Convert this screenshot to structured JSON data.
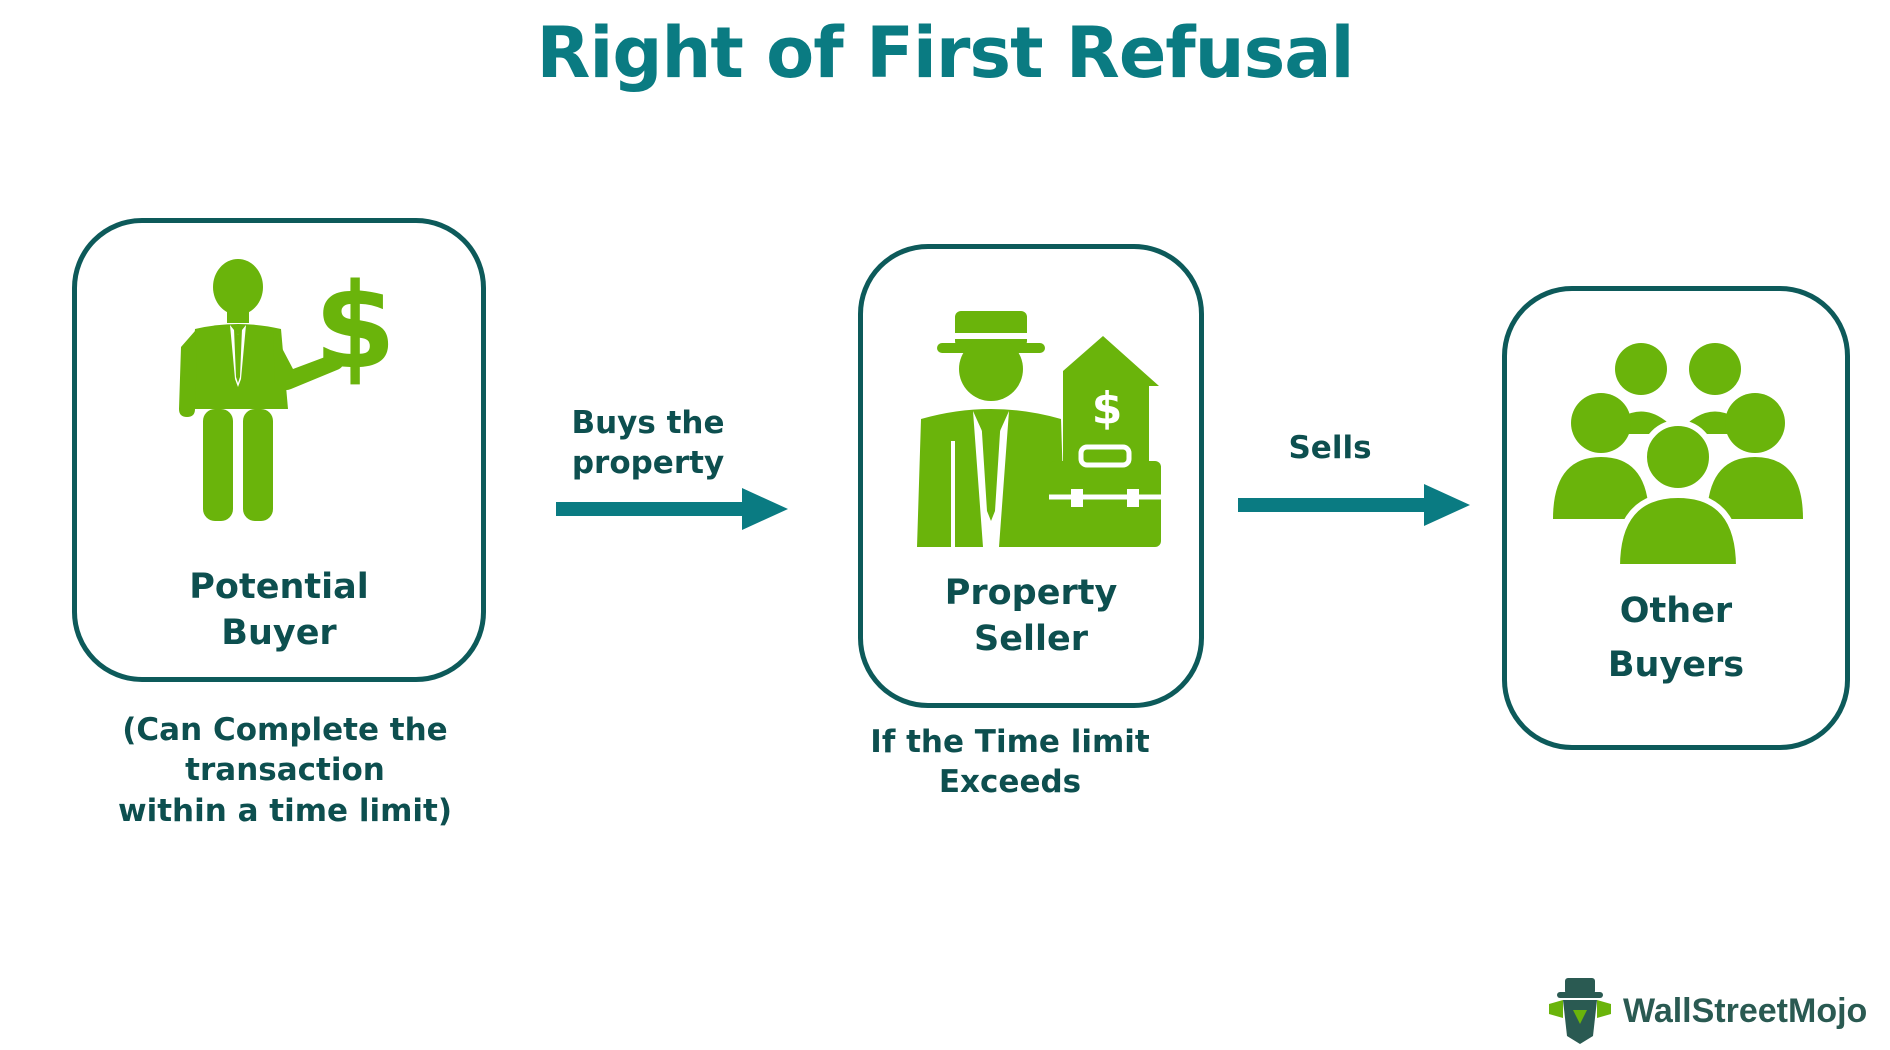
{
  "title": "Right of First Refusal",
  "nodes": {
    "buyer": {
      "line1": "Potential",
      "line2": "Buyer"
    },
    "seller": {
      "line1": "Property",
      "line2": "Seller"
    },
    "others": {
      "line1": "Other",
      "line2": "Buyers"
    }
  },
  "notes": {
    "buyer_line1": "(Can Complete the transaction",
    "buyer_line2": "within a time limit)",
    "seller_line1": "If the Time limit",
    "seller_line2": "Exceeds"
  },
  "arrows": {
    "first_line1": "Buys the",
    "first_line2": "property",
    "second": "Sells"
  },
  "brand": {
    "name": "WallStreetMojo"
  },
  "icons": {
    "buyer": "businessman-dollar-icon",
    "seller": "seller-house-briefcase-icon",
    "others": "people-group-icon",
    "brand": "wallstreetmojo-logo-icon"
  },
  "colors": {
    "title": "#0a7b82",
    "text": "#0d4f4f",
    "border": "#0d5a5a",
    "icon": "#6ab40b",
    "arrow": "#0a7b82"
  }
}
